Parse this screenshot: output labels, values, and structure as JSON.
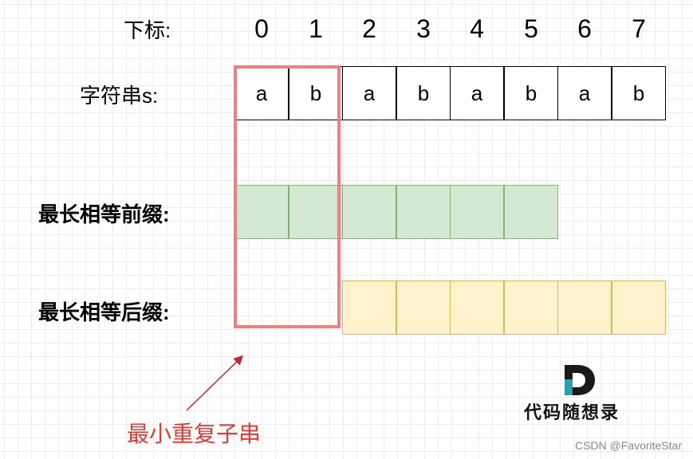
{
  "labels": {
    "index": "下标:",
    "string": "字符串s:",
    "prefix": "最长相等前缀:",
    "suffix": "最长相等后缀:",
    "minimal_repeat": "最小重复子串"
  },
  "indices": [
    "0",
    "1",
    "2",
    "3",
    "4",
    "5",
    "6",
    "7"
  ],
  "string_chars": [
    "a",
    "b",
    "a",
    "b",
    "a",
    "b",
    "a",
    "b"
  ],
  "prefix_cells": 6,
  "suffix_cells": 6,
  "logo": {
    "text": "代码随想录",
    "mark": "D",
    "mark_color_dark": "#1a1a1a",
    "mark_color_accent": "#2a9fa8"
  },
  "watermark": "CSDN @FavoriteStar",
  "colors": {
    "prefix_fill": "#d5e8d4",
    "prefix_border": "#82b366",
    "suffix_fill": "#fff2cc",
    "suffix_border": "#d6b656",
    "highlight": "#f08080",
    "arrow": "#c0262b",
    "caption": "#e53935"
  }
}
